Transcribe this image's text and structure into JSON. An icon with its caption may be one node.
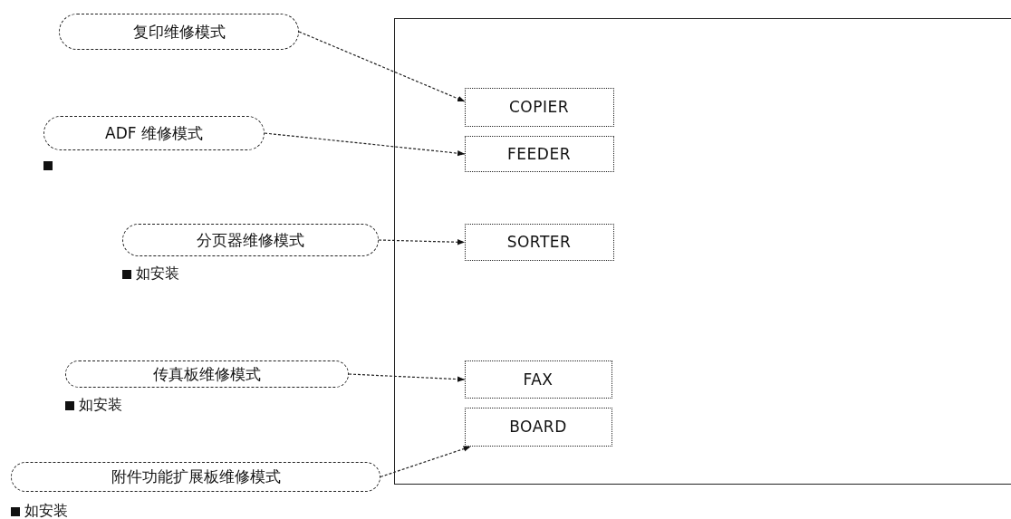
{
  "diagram": {
    "nodes": [
      {
        "text": [
          "复印维修模式"
        ]
      },
      {
        "text": [
          "ADF 维修模式"
        ]
      },
      {
        "text": [],
        "shape": "box"
      },
      {
        "text": [
          "COPIER"
        ],
        "in": 2
      },
      {
        "text": [
          "FEEDER"
        ],
        "in": 2
      },
      {
        "text": [
          "分页器维修模式"
        ],
        "beside": [
          "如安装"
        ]
      },
      {
        "text": [
          "SORTER"
        ],
        "in": 2
      },
      {
        "text": [
          "传真板维修模式"
        ],
        "beside": [
          "如安装"
        ]
      },
      {
        "text": [
          "FAX"
        ],
        "in": 2
      },
      {
        "text": [
          "BOARD"
        ],
        "in": 2
      },
      {
        "text": [
          "附件功能扩展板维修模式"
        ],
        "beside": [
          "如安装"
        ]
      }
    ],
    "edges": [
      {
        "from": 0,
        "to": 3,
        "arrow": "to"
      },
      {
        "from": 1,
        "to": 4,
        "arrow": "to"
      },
      {
        "from": 5,
        "to": 6,
        "arrow": "to"
      },
      {
        "from": 7,
        "to": 8,
        "arrow": "to"
      },
      {
        "from": 10,
        "to": 9,
        "arrow": "to"
      }
    ]
  }
}
